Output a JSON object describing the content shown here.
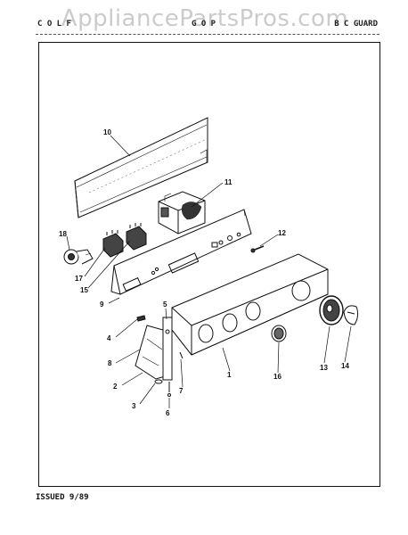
{
  "watermark": "AppliancePartsPros.com",
  "header": {
    "left": "C O L F",
    "middle": "G O P",
    "right": "B C GUARD"
  },
  "footer": "ISSUED 9/89",
  "callouts": {
    "c1": "1",
    "c2": "2",
    "c3": "3",
    "c4": "4",
    "c5": "5",
    "c6": "6",
    "c7": "7",
    "c8": "8",
    "c9": "9",
    "c10": "10",
    "c11": "11",
    "c12": "12",
    "c13": "13",
    "c14": "14",
    "c15": "15",
    "c16": "16",
    "c17": "17",
    "c18": "18"
  }
}
